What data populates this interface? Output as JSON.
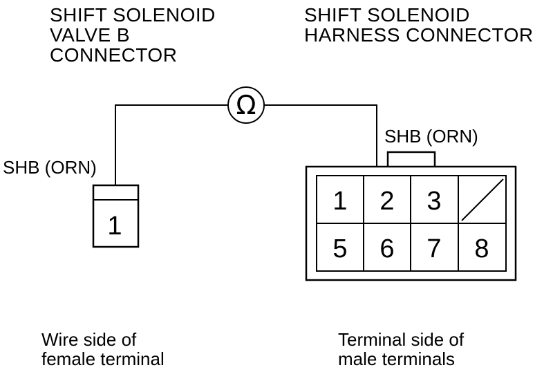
{
  "left_connector": {
    "title_lines": [
      "SHIFT SOLENOID",
      "VALVE B",
      "CONNECTOR"
    ],
    "wire_label": "SHB (ORN)",
    "terminal": "1",
    "caption_lines": [
      "Wire side of",
      "female terminal"
    ]
  },
  "meter": {
    "symbol": "Ω"
  },
  "right_connector": {
    "title_lines": [
      "SHIFT SOLENOID",
      "HARNESS CONNECTOR"
    ],
    "wire_label": "SHB (ORN)",
    "terminals": {
      "top": [
        "1",
        "2",
        "3",
        ""
      ],
      "bottom": [
        "5",
        "6",
        "7",
        "8"
      ]
    },
    "caption_lines": [
      "Terminal side of",
      "male terminals"
    ]
  }
}
